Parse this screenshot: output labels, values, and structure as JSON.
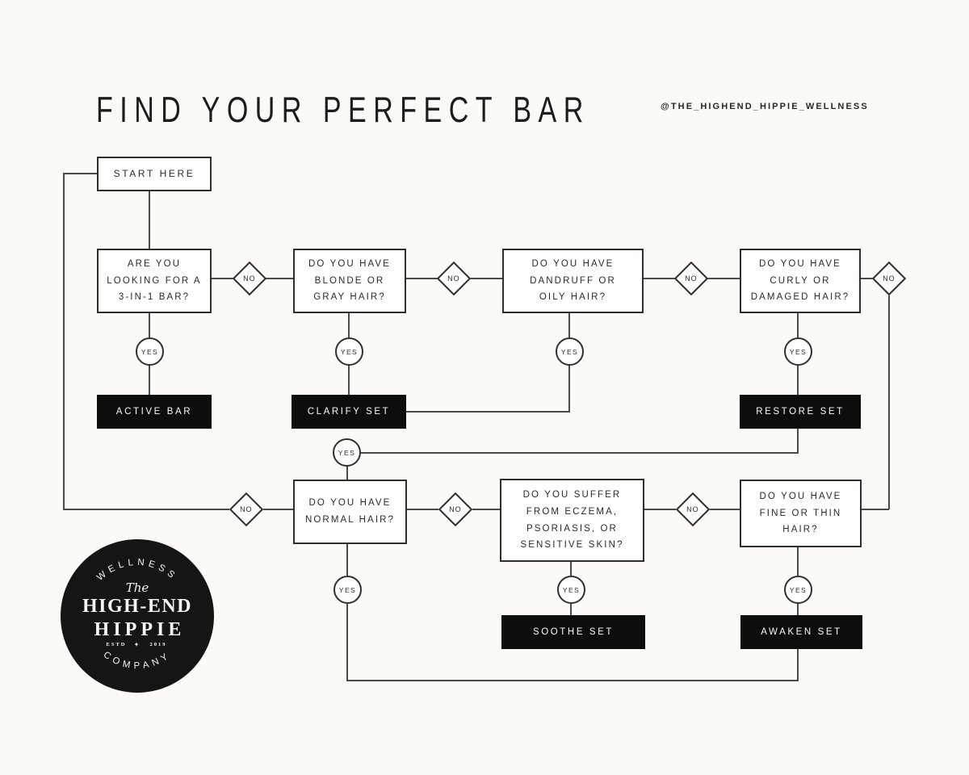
{
  "header": {
    "title": "FIND YOUR PERFECT BAR",
    "handle": "@THE_HIGHEND_HIPPIE_WELLNESS"
  },
  "connector_labels": {
    "yes": "YES",
    "no": "NO"
  },
  "nodes": {
    "start": {
      "label": "START HERE"
    },
    "q_3in1": {
      "lines": [
        "ARE YOU",
        "LOOKING FOR A",
        "3-IN-1 BAR?"
      ]
    },
    "q_blonde_gray": {
      "lines": [
        "DO YOU HAVE",
        "BLONDE OR",
        "GRAY HAIR?"
      ]
    },
    "q_dandruff_oily": {
      "lines": [
        "DO YOU HAVE",
        "DANDRUFF OR",
        "OILY HAIR?"
      ]
    },
    "q_curly_damaged": {
      "lines": [
        "DO YOU HAVE",
        "CURLY OR",
        "DAMAGED HAIR?"
      ]
    },
    "q_normal": {
      "lines": [
        "DO YOU HAVE",
        "NORMAL HAIR?"
      ]
    },
    "q_eczema": {
      "lines": [
        "DO YOU SUFFER",
        "FROM ECZEMA,",
        "PSORIASIS, OR",
        "SENSITIVE SKIN?"
      ]
    },
    "q_fine_thin": {
      "lines": [
        "DO YOU HAVE",
        "FINE OR THIN",
        "HAIR?"
      ]
    }
  },
  "results": {
    "active_bar": "ACTIVE BAR",
    "clarify_set": "CLARIFY SET",
    "restore_set": "RESTORE SET",
    "soothe_set": "SOOTHE SET",
    "awaken_set": "AWAKEN SET"
  },
  "logo": {
    "arc_top": "WELLNESS",
    "the": "The",
    "name_line1": "HIGH-END",
    "name_line2": "HIPPIE",
    "estd": "ESTD",
    "ornament": "✦",
    "year": "2019",
    "arc_bottom": "COMPANY"
  },
  "colors": {
    "background": "#fbfaf7",
    "ink": "#2b2b2b",
    "line": "#4a4a48",
    "black_fill": "#0d0d0c",
    "white": "#ffffff"
  }
}
